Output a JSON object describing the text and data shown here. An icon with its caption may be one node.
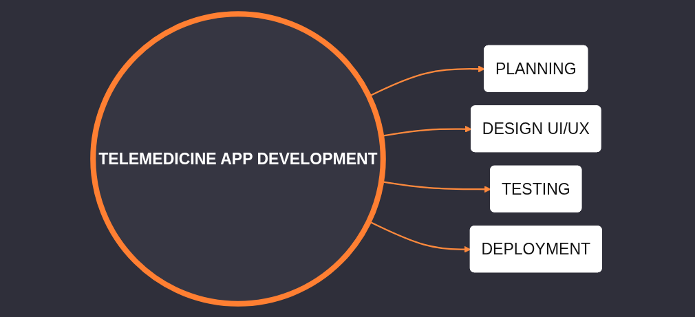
{
  "diagram": {
    "nodes": [
      {
        "text": [
          "TELEMEDICINE APP DEVELOPMENT"
        ]
      },
      {
        "text": [
          "PLANNING"
        ]
      },
      {
        "text": [
          "DESIGN UI/UX"
        ]
      },
      {
        "text": [
          "TESTING"
        ]
      },
      {
        "text": [
          "DEPLOYMENT"
        ]
      }
    ],
    "edges": [
      {
        "from": 0,
        "to": 1,
        "arrow": "to"
      },
      {
        "from": 0,
        "to": 2,
        "arrow": "to"
      },
      {
        "from": 0,
        "to": 3,
        "arrow": "to"
      },
      {
        "from": 0,
        "to": 4,
        "arrow": "to"
      }
    ]
  }
}
